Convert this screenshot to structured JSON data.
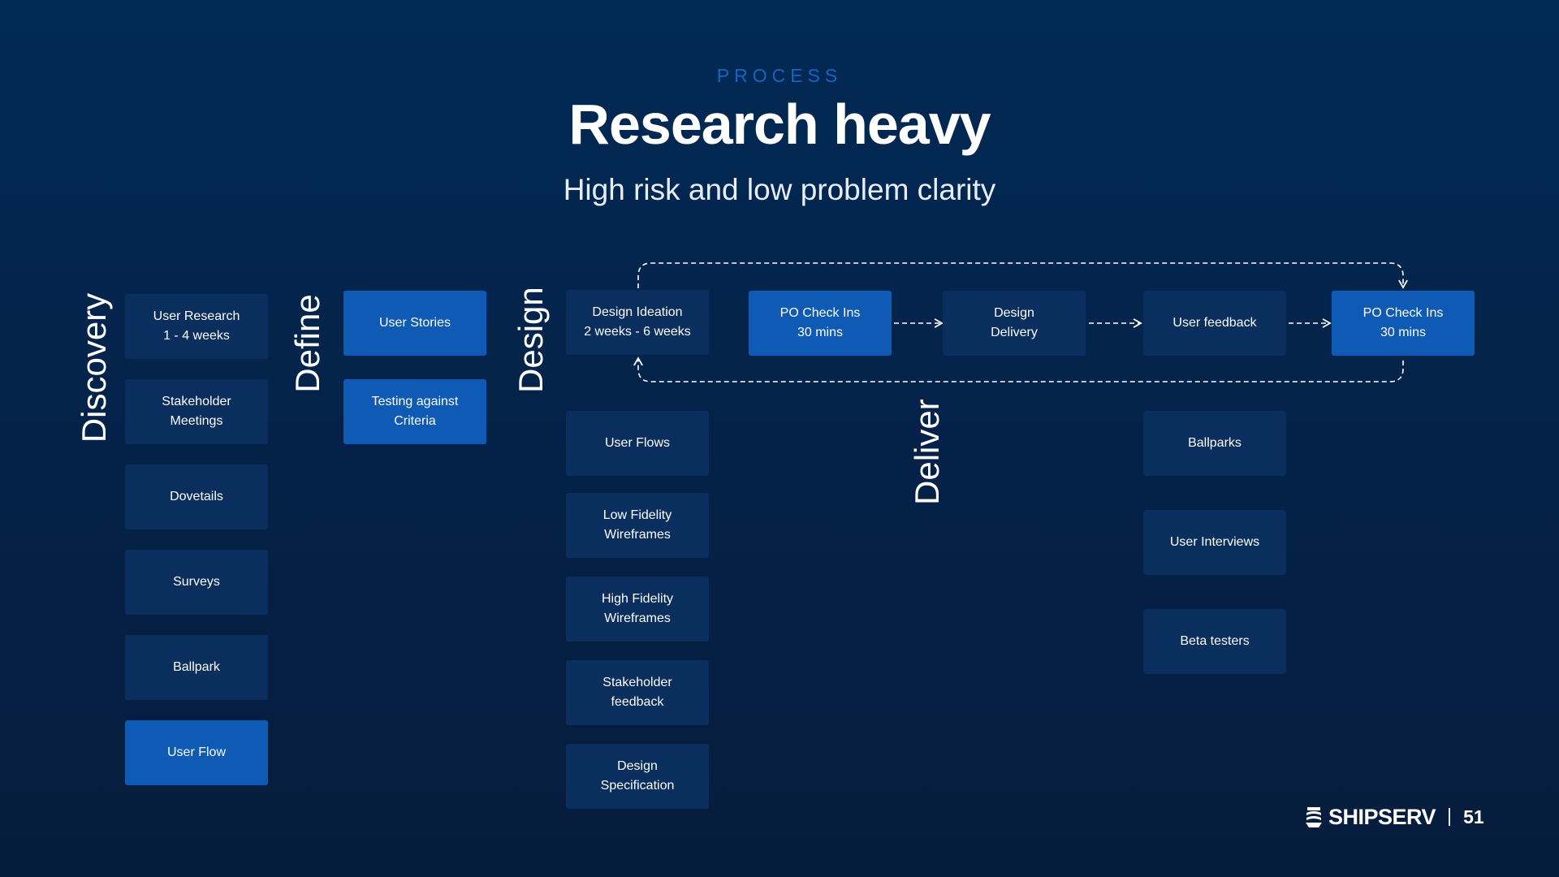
{
  "header": {
    "eyebrow": "PROCESS",
    "title": "Research heavy",
    "subtitle": "High risk and low problem clarity"
  },
  "phases": {
    "discovery": "Discovery",
    "define": "Define",
    "design": "Design",
    "deliver": "Deliver"
  },
  "discovery": {
    "items": [
      "User Research\n1 - 4 weeks",
      "Stakeholder\nMeetings",
      "Dovetails",
      "Surveys",
      "Ballpark",
      "User Flow"
    ]
  },
  "define": {
    "items": [
      "User Stories",
      "Testing against\nCriteria"
    ]
  },
  "design": {
    "ideation": "Design Ideation\n2 weeks - 6 weeks",
    "items": [
      "User Flows",
      "Low Fidelity\nWireframes",
      "High Fidelity\nWireframes",
      "Stakeholder\nfeedback",
      "Design\nSpecification"
    ]
  },
  "deliver": {
    "po_check_1": "PO Check Ins\n30 mins",
    "design_delivery": "Design\nDelivery",
    "user_feedback": "User feedback",
    "po_check_2": "PO Check Ins\n30 mins",
    "feedback_items": [
      "Ballparks",
      "User Interviews",
      "Beta testers"
    ]
  },
  "footer": {
    "brand": "SHIPSERV",
    "brand_icon": "shipserv-logo-icon",
    "page_number": "51"
  },
  "colors": {
    "background": "#03264f",
    "card": "#0a2e5e",
    "card_highlight": "#0e5ab5",
    "eyebrow": "#1565c0"
  }
}
